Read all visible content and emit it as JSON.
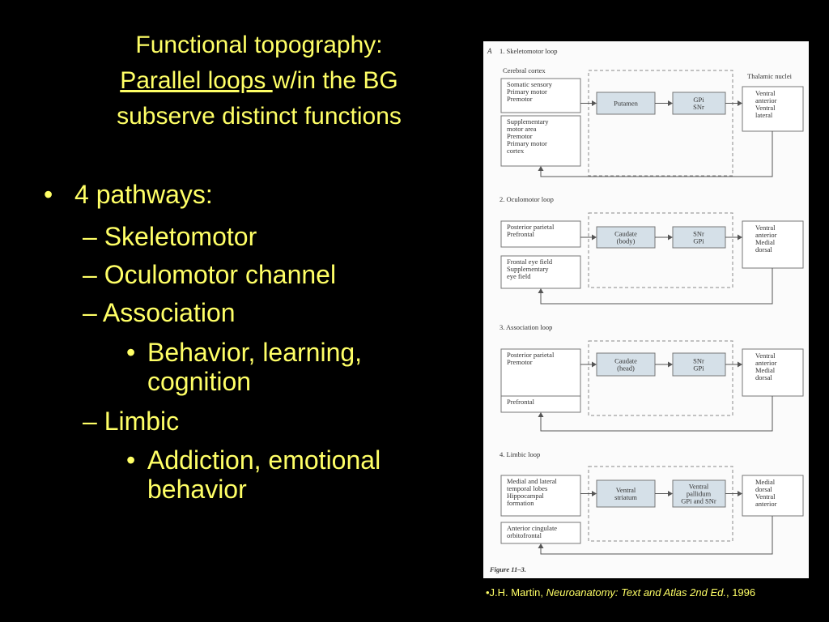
{
  "slide": {
    "title_line1": "Functional topography:",
    "title_line2_underlined": "Parallel loops ",
    "title_line2_rest": "w/in the BG",
    "title_line3": "subserve distinct functions",
    "bullets": {
      "b1": "4 pathways:",
      "b2": "– Skeletomotor",
      "b3": "– Oculomotor channel",
      "b4": "– Association",
      "b5": "Behavior, learning,",
      "b5b": "cognition",
      "b6": "– Limbic",
      "b7": "Addiction, emotional",
      "b7b": "behavior",
      "bullet_char": "•"
    },
    "credit": {
      "prefix": "•J.H. Martin, ",
      "book": "Neuroanatomy: Text and Atlas 2nd Ed.",
      "suffix": ", 1996"
    }
  },
  "figure": {
    "panel_label": "A",
    "header_cortex": "Cerebral cortex",
    "header_thalamus": "Thalamic nuclei",
    "caption": "Figure 11–3.",
    "loops": {
      "l1": {
        "title": "1.  Skeletomotor loop",
        "c1": [
          "Somatic sensory",
          "Primary motor",
          "Premotor"
        ],
        "c2": [
          "Supplementary",
          "motor area",
          "Premotor",
          "Primary motor",
          "cortex"
        ],
        "b1": [
          "Putamen"
        ],
        "b2": [
          "GPi",
          "SNr"
        ],
        "t": [
          "Ventral",
          "anterior",
          "Ventral",
          "lateral"
        ]
      },
      "l2": {
        "title": "2.  Oculomotor loop",
        "c1": [
          "Posterior parietal",
          "Prefrontal"
        ],
        "c2": [
          "Frontal eye field",
          "Supplementary",
          "eye field"
        ],
        "b1": [
          "Caudate",
          "(body)"
        ],
        "b2": [
          "SNr",
          "GPi"
        ],
        "t": [
          "Ventral",
          "anterior",
          "Medial",
          "dorsal"
        ]
      },
      "l3": {
        "title": "3.  Association loop",
        "c1": [
          "Posterior parietal",
          "Premotor"
        ],
        "c2": [
          "Prefrontal"
        ],
        "b1": [
          "Caudate",
          "(head)"
        ],
        "b2": [
          "SNr",
          "GPi"
        ],
        "t": [
          "Ventral",
          "anterior",
          "Medial",
          "dorsal"
        ]
      },
      "l4": {
        "title": "4.  Limbic loop",
        "c1": [
          "Medial and lateral",
          "temporal lobes",
          "Hippocampal",
          "formation"
        ],
        "c2": [
          "Anterior cingulate",
          "orbitofrontal"
        ],
        "b1": [
          "Ventral",
          "striatum"
        ],
        "b2": [
          "Ventral",
          "pallidum",
          "GPi and SNr"
        ],
        "t": [
          "Medial",
          "dorsal",
          "Ventral",
          "anterior"
        ]
      }
    }
  }
}
